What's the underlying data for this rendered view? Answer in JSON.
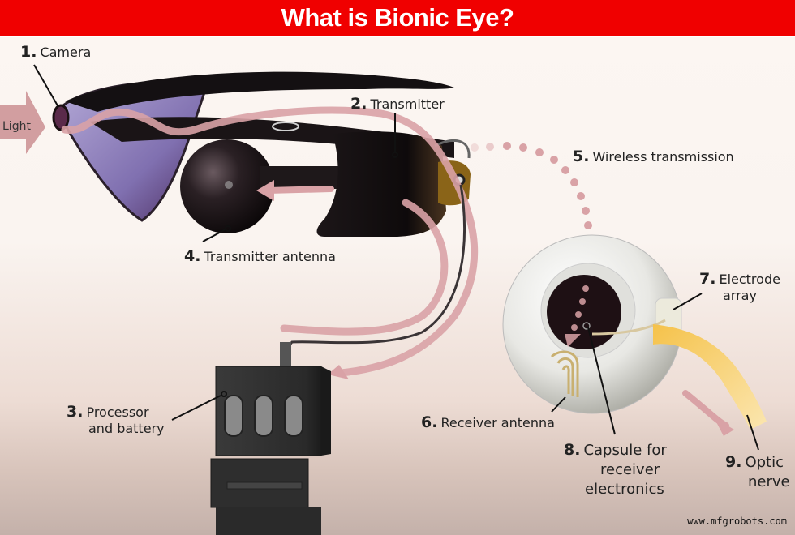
{
  "header": {
    "title": "What is Bionic Eye?"
  },
  "colors": {
    "header_bg": "#f00000",
    "signal_pink": "#d9a2a6",
    "device_dark": "#2a2426",
    "lens_purple": "#8f7fb8",
    "nerve_yellow": "#f2c45a"
  },
  "light_arrow": {
    "label": "Light"
  },
  "labels": [
    {
      "num": "1.",
      "text": "Camera"
    },
    {
      "num": "2.",
      "text": "Transmitter"
    },
    {
      "num": "3.",
      "text": "Processor",
      "text2": "and battery"
    },
    {
      "num": "4.",
      "text": "Transmitter antenna"
    },
    {
      "num": "5.",
      "text": "Wireless transmission"
    },
    {
      "num": "6.",
      "text": "Receiver antenna"
    },
    {
      "num": "7.",
      "text": "Electrode",
      "text2": "array"
    },
    {
      "num": "8.",
      "text": "Capsule for",
      "text2": "receiver",
      "text3": "electronics"
    },
    {
      "num": "9.",
      "text": "Optic",
      "text2": "nerve"
    }
  ],
  "watermark": "www.mfgrobots.com"
}
